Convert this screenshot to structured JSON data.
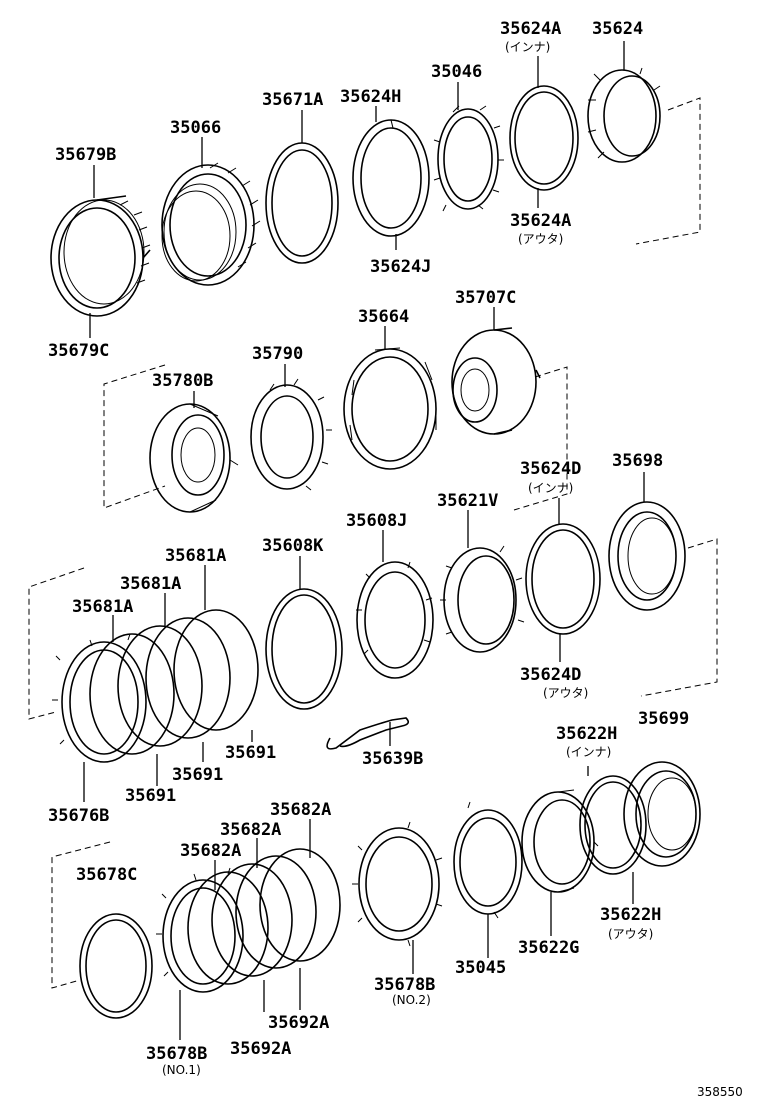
{
  "diagram": {
    "reference_number": "358550",
    "callouts": [
      {
        "id": "35624A_in",
        "part": "35624A",
        "note": "(インナ)"
      },
      {
        "id": "35624",
        "part": "35624",
        "note": ""
      },
      {
        "id": "35046",
        "part": "35046",
        "note": ""
      },
      {
        "id": "35671A",
        "part": "35671A",
        "note": ""
      },
      {
        "id": "35624H",
        "part": "35624H",
        "note": ""
      },
      {
        "id": "35066",
        "part": "35066",
        "note": ""
      },
      {
        "id": "35679B",
        "part": "35679B",
        "note": ""
      },
      {
        "id": "35624A_out",
        "part": "35624A",
        "note": "(アウタ)"
      },
      {
        "id": "35624J",
        "part": "35624J",
        "note": ""
      },
      {
        "id": "35679C",
        "part": "35679C",
        "note": ""
      },
      {
        "id": "35707C",
        "part": "35707C",
        "note": ""
      },
      {
        "id": "35664",
        "part": "35664",
        "note": ""
      },
      {
        "id": "35790",
        "part": "35790",
        "note": ""
      },
      {
        "id": "35780B",
        "part": "35780B",
        "note": ""
      },
      {
        "id": "35624D_in",
        "part": "35624D",
        "note": "(インナ)"
      },
      {
        "id": "35698",
        "part": "35698",
        "note": ""
      },
      {
        "id": "35621V",
        "part": "35621V",
        "note": ""
      },
      {
        "id": "35608J",
        "part": "35608J",
        "note": ""
      },
      {
        "id": "35608K",
        "part": "35608K",
        "note": ""
      },
      {
        "id": "35681A_1",
        "part": "35681A",
        "note": ""
      },
      {
        "id": "35681A_2",
        "part": "35681A",
        "note": ""
      },
      {
        "id": "35681A_3",
        "part": "35681A",
        "note": ""
      },
      {
        "id": "35624D_out",
        "part": "35624D",
        "note": "(アウタ)"
      },
      {
        "id": "35699",
        "part": "35699",
        "note": ""
      },
      {
        "id": "35622H_in",
        "part": "35622H",
        "note": "(インナ)"
      },
      {
        "id": "35691_1",
        "part": "35691",
        "note": ""
      },
      {
        "id": "35639B",
        "part": "35639B",
        "note": ""
      },
      {
        "id": "35691_2",
        "part": "35691",
        "note": ""
      },
      {
        "id": "35691_3",
        "part": "35691",
        "note": ""
      },
      {
        "id": "35676B",
        "part": "35676B",
        "note": ""
      },
      {
        "id": "35682A_1",
        "part": "35682A",
        "note": ""
      },
      {
        "id": "35682A_2",
        "part": "35682A",
        "note": ""
      },
      {
        "id": "35682A_3",
        "part": "35682A",
        "note": ""
      },
      {
        "id": "35678C",
        "part": "35678C",
        "note": ""
      },
      {
        "id": "35622H_out",
        "part": "35622H",
        "note": "(アウタ)"
      },
      {
        "id": "35622G",
        "part": "35622G",
        "note": ""
      },
      {
        "id": "35045",
        "part": "35045",
        "note": ""
      },
      {
        "id": "35678B_no2",
        "part": "35678B",
        "note": "(NO.2)"
      },
      {
        "id": "35692A_1",
        "part": "35692A",
        "note": ""
      },
      {
        "id": "35692A_2",
        "part": "35692A",
        "note": ""
      },
      {
        "id": "35678B_no1",
        "part": "35678B",
        "note": "(NO.1)"
      }
    ]
  }
}
